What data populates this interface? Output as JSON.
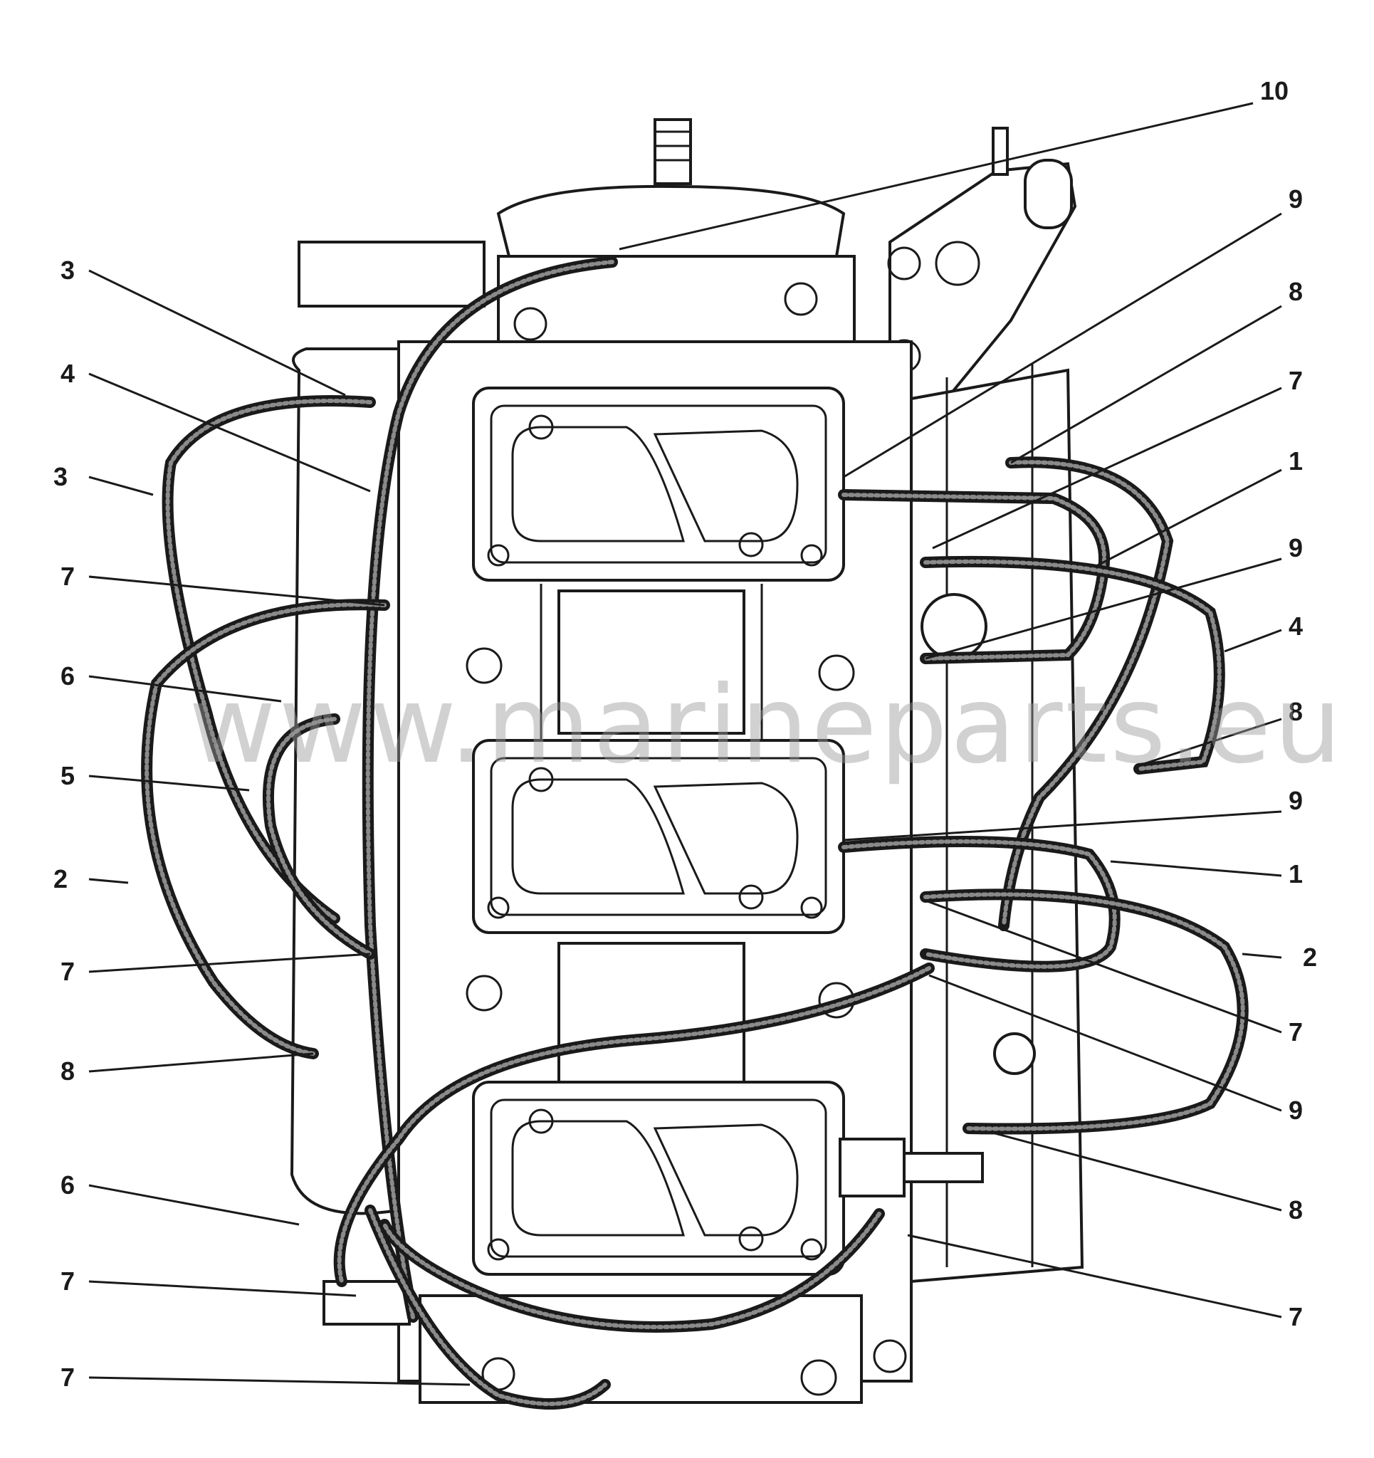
{
  "watermark": "www.marineparts.eu",
  "callouts_left": [
    "3",
    "4",
    "3",
    "7",
    "6",
    "5",
    "2",
    "7",
    "8",
    "6",
    "7",
    "7"
  ],
  "callouts_right": [
    "10",
    "9",
    "8",
    "7",
    "1",
    "9",
    "4",
    "8",
    "9",
    "1",
    "2",
    "7",
    "9",
    "8",
    "7"
  ]
}
